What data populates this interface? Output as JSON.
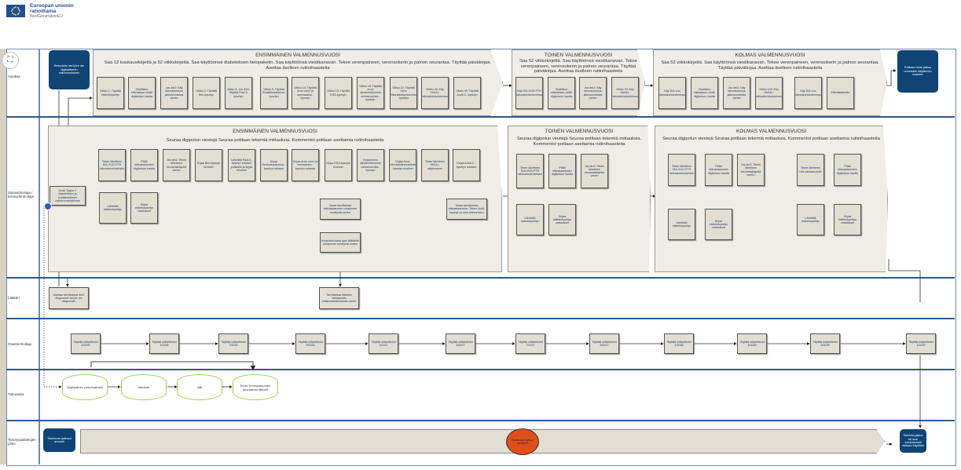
{
  "header": {
    "funding_line1": "Euroopan unionin",
    "funding_line2": "rahoittama",
    "funding_line3": "NextGenerationEU",
    "fullscreen_icon": "fullscreen-icon"
  },
  "lanes": [
    {
      "label": "Asiakas"
    },
    {
      "label": "Sairaanhoitaja / terveydenhoitaja"
    },
    {
      "label": "Lääkäri"
    },
    {
      "label": "Osastonhoitaja"
    },
    {
      "label": "Tietoranta"
    },
    {
      "label": "Terveyspalvelujen johto"
    }
  ],
  "asiakas": {
    "start": "Rekrytoitu dm2/pre dm digitaaliseen valmennukseen",
    "end": "Potilaan hoito jatkuu normaalin käytännön mukaan",
    "phase1": {
      "title": "ENSIMMÄINEN VALMENNUSVUOSI",
      "desc": "Saa 12 kuukausikirjettä ja 52 viikkokirjettä. Saa käyttöönsä diabeteksen tietopaketin. Saa käyttöönsä viestikanavan. Tekee verenpaineen, verensokerin ja painon seurantaa. Täyttää päiväkirjaa. Asettaa itselleen rutiinihaasteita",
      "boxes": [
        "Viikko 1: Täyttää esitietokyselyn",
        "Osallistuu etävastaan-otolle digikutsun kautta",
        "Jos dm2: Käy laboratoriossa jatkoseurantaa varten",
        "Viikko 2: Täyttää Bes-kyselyn",
        "Viikko 4: Jos dm2: Täyttää Paid-5-kyselyn",
        "Viikko 9: Täyttää Ruokailutottumus-kyselyn",
        "Viikko 13: Täyttää Arvio unen ja unenlaadun -kyselyn",
        "Viikko 15: Täyttää ESS-kyselyn",
        "Viikko 18: Täyttää Arvio tämänhetkisestä voimavaroista -kyselyn",
        "Viikko 22: Täyttää Arvio liikuntatottumuksista -kyselyn",
        "Viikko 26: Käy HbA1c-laboratoriokokeessa",
        "Viikko 40: Täyttää Audit-C -kyselyn"
      ]
    },
    "phase2": {
      "title": "TOINEN VALMENNUSVUOSI",
      "desc": "Saa 52 viikkokirjettä. Saa käyttöönsä viestikanavan. Tekee verenpaineen, verensokerin ja painon seurantaa. Täyttää päiväkirjaa. Asettaa itselleen rutiinihaasteita",
      "boxes": [
        "Käy DIA-VUO-PTH laboratoriokokeessa",
        "Osallistuu etävastaan-otolle digikutsun kautta",
        "Jos dm2: Käy laboratoriossa jatkoseurantaa varten",
        "Viikko 79: Käy HbA1c-laboratoriokokeessa"
      ]
    },
    "phase3": {
      "title": "KOLMAS VALMENNUSVUOSI",
      "desc": "Saa 52 viikkokirjettä. Saa käyttöönsä viestikanavan. Tekee verenpaineen, verensokerin ja painon seurantaa. Täyttää päiväkirjaa. Asettaa itselleen rutiinihaasteita",
      "boxes": [
        "Käy DIA-vuo laboratoriokokeessa",
        "Osallistuu etävastaan-otolle digikutsun kautta",
        "Jos dm2: Käy laboratoriossa jatkoseurantaa varten",
        "Viikko 129: Käy HbA1c-laboratoriokokeessa",
        "Käy DIA-vuo laboratoriokokeessa",
        "Etävastaanotto"
      ]
    }
  },
  "hoitaja": {
    "start": "Avaa Tyypin 2 diabeteksen ja esidiabeteksen valmennusohjelman",
    "phase1": {
      "title": "ENSIMMÄINEN VALMENNUSVUOSI",
      "desc": "Seuraa digipolun viestejä Seuraa potilaan tekemiä mittauksia. Kommentoi potilaan asettamia rutiinihaasteita",
      "boxes": [
        "Tekee lähetteen DIA-VUO-PTH laboratoriokokeisiin",
        "Pitää etävastaanoton digikutsun kautta",
        "Jos dm2: Tekee lähetteen seurantakäyntiä varten",
        "Kirjaa Bes-kyselyn tulokset",
        "Lähettää Paid-5 -kyselyn tulokset potilaalle ja kirjaa tulokset",
        "Kirjaa Ruokailutottumus -kyselyn tulokset",
        "Kirjaa Arvio unen ja unenlaadun -kyselyn tulokset",
        "Kirjaa ESS-kyselyn tulokset",
        "Kirjaa Arvio tämänhetkisestä voimavaroista -kyselyn",
        "Kirjaa Arvio liikuntatottumuksista -kyselyn tulokset",
        "Tekee lähetteen HbA1c-näytteeseen",
        "Kirjaa Audit-C -kyselyn tulokset"
      ],
      "lower": [
        "Lähettää esitietokyselyn",
        "Kirjaa esitietokyselyn vastaukset",
        "Varaa tarvittaessa etävastaanoton uniapnean selvitystä varten",
        "Konsultoi/varaa ajan lääkärille uniapnean selvitystä varten",
        "Varaa tarvittaessa etävastaanoton. Tekee Audit-kyselyn ja mini-intervention"
      ]
    },
    "phase2": {
      "title": "TOINEN VALMENNUSVUOSI",
      "desc": "Seuraa digipolun viestejä Seuraa potilaan tekemiä mittauksia. Kommentoi potilaan asettamia rutiinihaasteita",
      "boxes": [
        "Tekee lähetteen DIA-VUO-PTH laboratoriokokeisiin",
        "Pitää etävastaanoton digikutsun kautta",
        "Jos dm2: Tekee lähetteen seurantakäyntiä varten",
        "Lähettää esitietokyselyn",
        "Kirjaa esitietokyselyn vastaukset"
      ]
    },
    "phase3": {
      "title": "KOLMAS VALMENNUSVUOSI",
      "desc": "Seuraa digipolun viestejä Seuraa potilaan tekemiä mittauksia. Kommentoi potilaan asettamia rutiinihaasteita",
      "boxes": [
        "Tekee lähetteen DIA-VUO-PTH laboratoriokokeisiin",
        "Pitää etävastaanoton digikutsun kautta",
        "Jos dm2: Tekee lähetteen seurantakäyntiä varten",
        "Lähettää esitietokyselyn",
        "Kirjaa esitietokyselyn vastaukset",
        "Tekee lähetteen DIA-vastaanotolle",
        "Pitää etävastaanoton digikutsun kautta",
        "Lähettää esitietokyselyn",
        "Kirjaa esitietokyselyn vastaukset"
      ]
    }
  },
  "laakari": {
    "boxes": [
      "Asettaa tarvittaessa dm2 diagnoosin tai pre dm diagnoosin",
      "Tarvittaessa lääkärin vastaanotto uniapneatutkimuksia varten"
    ]
  },
  "osastonhoitaja": {
    "boxes": [
      "Täyttää mittaritiedot 1/2026",
      "Täyttää mittaritiedot 4/2026",
      "Täyttää mittaritiedot 7/2026",
      "Täyttää mittaritiedot 9/2026",
      "Täyttää mittaritiedot 1/2027",
      "Täyttää mittaritiedot 4/2027",
      "Täyttää mittaritiedot 7/2027",
      "Täyttää mittaritiedot 9/2027",
      "Täyttää mittaritiedot 1/2028",
      "Täyttää mittaritiedot 4/2028",
      "Täyttää mittaritiedot 9/2028",
      "Täyttää mittaritiedot 1/2029"
    ]
  },
  "tietoranta": {
    "stores": [
      "Digitaalinen palvelualusta",
      "Mediatri",
      "Qlik",
      "Excel Terveyssuomen seuraamat Mittarit"
    ]
  },
  "johto": {
    "start": "Toiminnan jatkuva arviointi",
    "event": "Toiminnan jatkon arviointi",
    "end": "Toiminta jatkuu tai uusi toimintamalli otetaan käyttöön"
  }
}
